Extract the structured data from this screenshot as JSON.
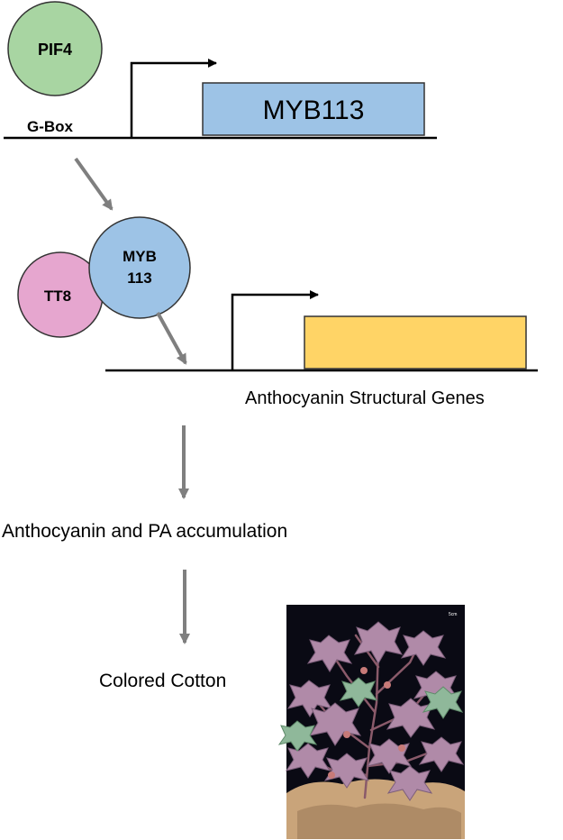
{
  "nodes": {
    "pif4": "PIF4",
    "gbox": "G-Box",
    "myb113_gene": "MYB113",
    "myb_circle_line1": "MYB",
    "myb_circle_line2": "113",
    "tt8": "TT8",
    "structural_genes": "Anthocyanin Structural Genes",
    "accumulation": "Anthocyanin and PA accumulation",
    "outcome": "Colored Cotton"
  },
  "colors": {
    "pif4_fill": "#a8d5a2",
    "myb113_box_fill": "#9dc3e6",
    "myb_circle_fill": "#9dc3e6",
    "tt8_fill": "#e6a6cf",
    "structural_box_fill": "#ffd466",
    "arrow_gray": "#7f7f7f",
    "line_black": "#000000",
    "photo_background": "#0a0a14",
    "leaf_purple": "#b08aa8",
    "leaf_green": "#8fb89a",
    "soil": "#c9a47a"
  },
  "photo": {
    "icon": "cotton-plant-photo",
    "scale_mark": "5cm"
  }
}
